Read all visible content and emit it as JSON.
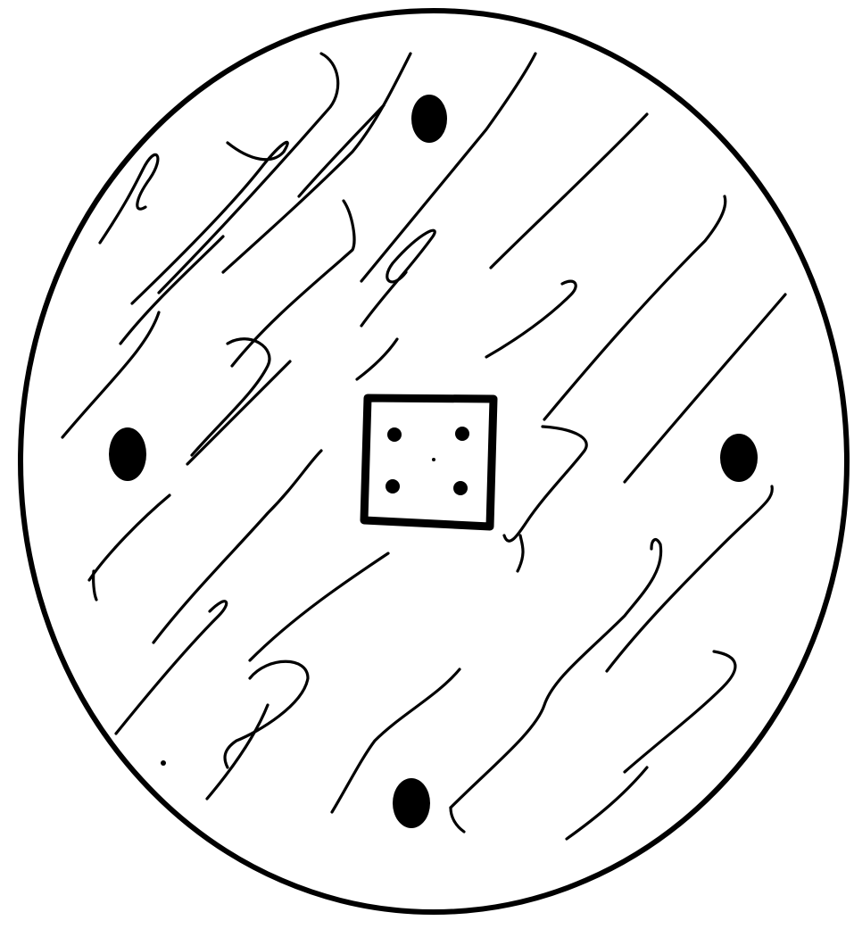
{
  "colors": {
    "ink": "#000000",
    "paper": "#ffffff"
  },
  "figure": {
    "outer_shape": "circle",
    "center_mark": "square-with-four-dots",
    "ring_dots": 4,
    "wavy_hatching": true
  }
}
